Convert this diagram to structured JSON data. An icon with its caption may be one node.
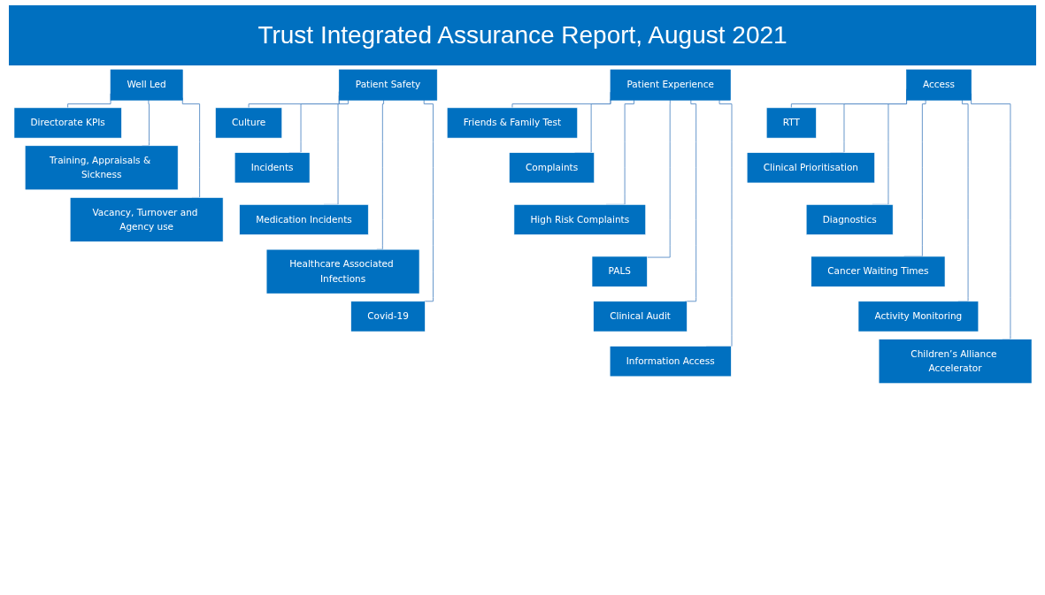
{
  "diagram": {
    "title": "Trust Integrated Assurance Report, August 2021",
    "nodes": [
      {
        "text": [
          "Patient Safety"
        ]
      },
      {
        "text": [
          "Culture"
        ]
      },
      {
        "text": [
          "Incidents"
        ]
      },
      {
        "text": [
          "Medication Incidents"
        ]
      },
      {
        "text": [
          "Healthcare Associated Infections"
        ]
      },
      {
        "text": [
          "Covid-19"
        ]
      },
      {
        "text": [
          "Patient Experience"
        ]
      },
      {
        "text": [
          "Friends & Family Test"
        ]
      },
      {
        "text": [
          "Complaints"
        ]
      },
      {
        "text": [
          "High Risk Complaints"
        ]
      },
      {
        "text": [
          "PALS"
        ]
      },
      {
        "text": [
          "Clinical Audit"
        ]
      },
      {
        "text": [
          "Information Access"
        ]
      },
      {
        "text": [
          "Well Led"
        ]
      },
      {
        "text": [
          "Directorate KPIs"
        ]
      },
      {
        "text": [
          "Training, Appraisals & Sickness"
        ]
      },
      {
        "text": [
          "Vacancy, Turnover and Agency use"
        ]
      },
      {
        "text": [
          "Access"
        ]
      },
      {
        "text": [
          "RTT"
        ]
      },
      {
        "text": [
          "Clinical Prioritisation"
        ]
      },
      {
        "text": [
          "Diagnostics"
        ]
      },
      {
        "text": [
          "Cancer Waiting Times"
        ]
      },
      {
        "text": [
          "Activity Monitoring"
        ]
      },
      {
        "text": [
          "Children’s Alliance Accelerator"
        ]
      }
    ],
    "edges": [
      {
        "from": 0,
        "to": 1,
        "arrow": "none"
      },
      {
        "from": 0,
        "to": 2,
        "arrow": "none"
      },
      {
        "from": 0,
        "to": 3,
        "arrow": "none"
      },
      {
        "from": 0,
        "to": 4,
        "arrow": "none"
      },
      {
        "from": 0,
        "to": 5,
        "arrow": "none"
      },
      {
        "from": 6,
        "to": 7,
        "arrow": "none"
      },
      {
        "from": 6,
        "to": 8,
        "arrow": "none"
      },
      {
        "from": 6,
        "to": 9,
        "arrow": "none"
      },
      {
        "from": 6,
        "to": 10,
        "arrow": "none"
      },
      {
        "from": 6,
        "to": 11,
        "arrow": "none"
      },
      {
        "from": 6,
        "to": 12,
        "arrow": "none"
      },
      {
        "from": 13,
        "to": 14,
        "arrow": "none"
      },
      {
        "from": 13,
        "to": 15,
        "arrow": "none"
      },
      {
        "from": 13,
        "to": 16,
        "arrow": "none"
      },
      {
        "from": 17,
        "to": 18,
        "arrow": "none"
      },
      {
        "from": 17,
        "to": 19,
        "arrow": "none"
      },
      {
        "from": 17,
        "to": 20,
        "arrow": "none"
      },
      {
        "from": 17,
        "to": 21,
        "arrow": "none"
      },
      {
        "from": 17,
        "to": 22,
        "arrow": "none"
      },
      {
        "from": 17,
        "to": 23,
        "arrow": "none"
      }
    ]
  }
}
